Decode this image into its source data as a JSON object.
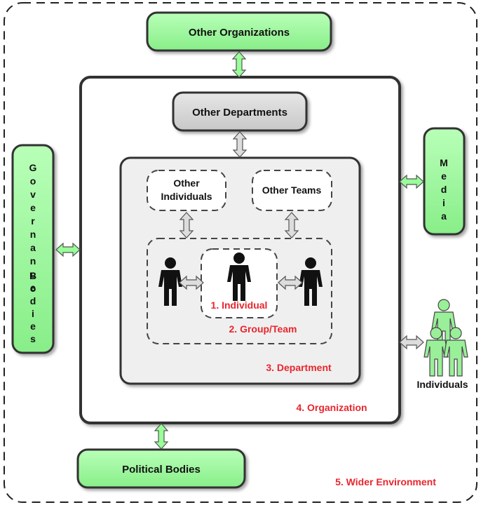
{
  "levels": {
    "wider_environment": "5. Wider Environment",
    "organization": "4. Organization",
    "department": "3. Department",
    "group_team": "2. Group/Team",
    "individual": "1. Individual"
  },
  "nodes": {
    "other_organizations": "Other Organizations",
    "other_departments": "Other Departments",
    "other_individuals_line1": "Other",
    "other_individuals_line2": "Individuals",
    "other_teams": "Other Teams",
    "media_letters": [
      "M",
      "e",
      "d",
      "i",
      "a"
    ],
    "governance_word1": [
      "G",
      "o",
      "v",
      "e",
      "r",
      "n",
      "a",
      "n",
      "c",
      "e"
    ],
    "governance_word2": [
      "B",
      "o",
      "d",
      "i",
      "e",
      "s"
    ],
    "political_bodies": "Political Bodies",
    "individuals": "Individuals"
  },
  "colors": {
    "green_fill": "#99ff99",
    "green_stroke": "#444444",
    "level_label": "#e8262d",
    "department_fill": "#efefef",
    "other_departments_fill": "#d6d6d6",
    "person_black": "#111111",
    "person_green": "#99f099"
  }
}
